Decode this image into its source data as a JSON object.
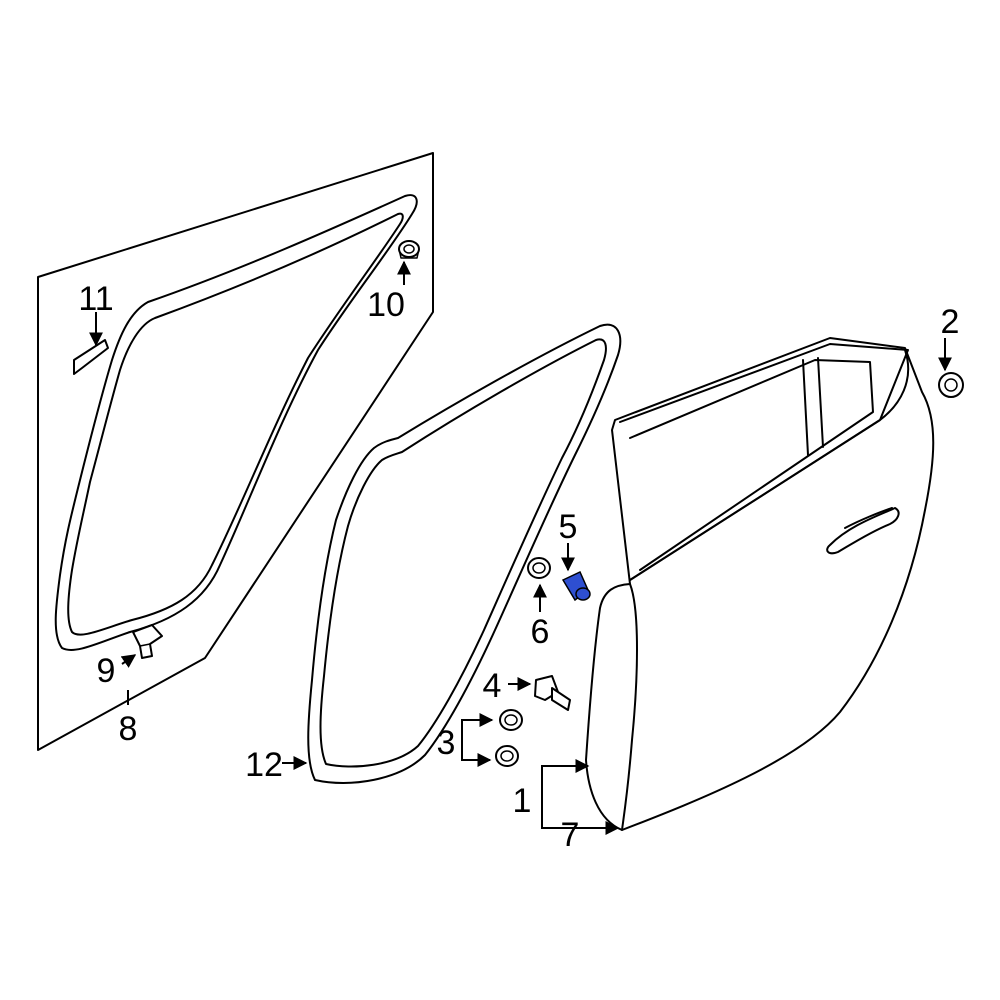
{
  "callouts": {
    "c1": "1",
    "c2": "2",
    "c3": "3",
    "c4": "4",
    "c5": "5",
    "c6": "6",
    "c7": "7",
    "c8": "8",
    "c9": "9",
    "c10": "10",
    "c11": "11",
    "c12": "12"
  },
  "colors": {
    "highlight": "#2e4fd1",
    "line": "#000000",
    "background": "#ffffff"
  }
}
